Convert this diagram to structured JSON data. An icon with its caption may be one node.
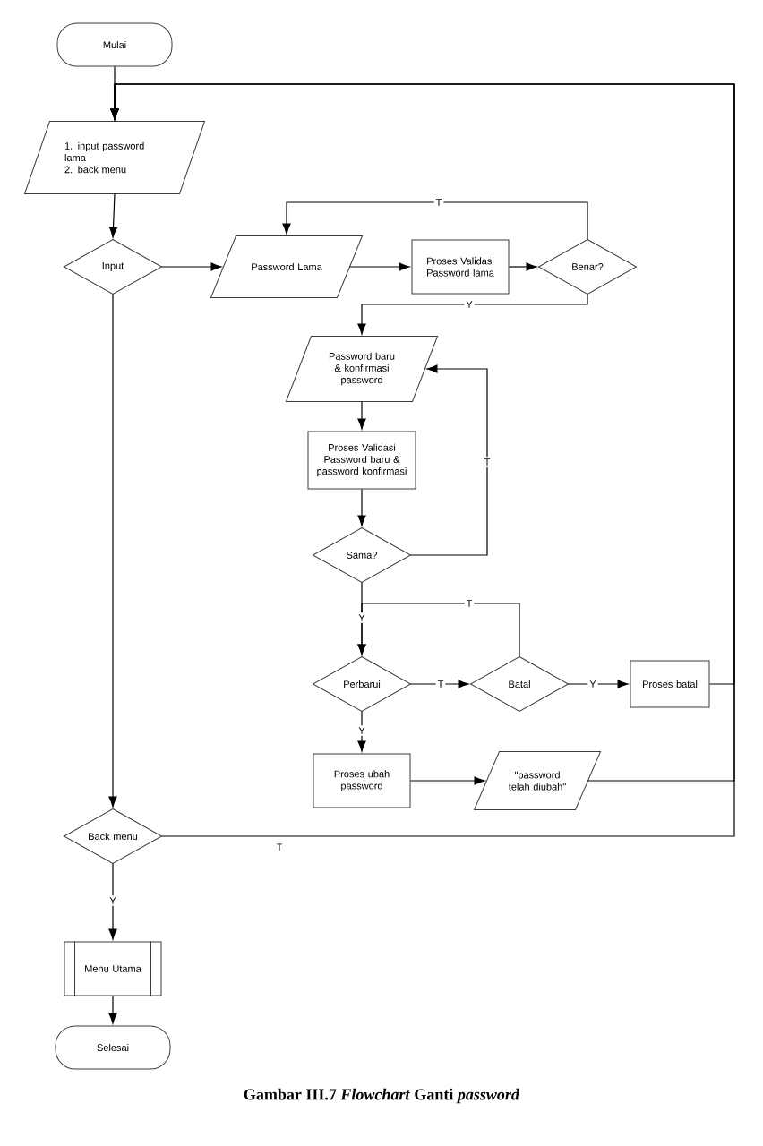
{
  "diagram": {
    "caption": "Gambar III.7 *Flowchart* Ganti *password*",
    "nodes": [
      {
        "text": [
          "Mulai"
        ]
      },
      {
        "text": [
          "1. input password lama",
          "2. back menu"
        ]
      },
      {
        "text": [
          "Input"
        ]
      },
      {
        "text": [
          "Password Lama"
        ]
      },
      {
        "text": [
          "Proses Validasi Password lama"
        ]
      },
      {
        "text": [
          "Benar?"
        ]
      },
      {
        "text": [
          "Password baru & konfirmasi password"
        ]
      },
      {
        "text": [
          "Proses Validasi Password baru & password konfirmasi"
        ]
      },
      {
        "text": [
          "Sama?"
        ]
      },
      {
        "text": [
          "Perbarui"
        ]
      },
      {
        "text": [
          "Batal"
        ]
      },
      {
        "text": [
          "Proses batal"
        ]
      },
      {
        "text": [
          "Proses ubah password"
        ]
      },
      {
        "text": [
          "\"password telah diubah\""
        ]
      },
      {
        "text": [
          "Back menu"
        ]
      },
      {
        "text": [
          "Menu Utama"
        ]
      },
      {
        "text": [
          "Selesai"
        ]
      }
    ],
    "edges": [
      {
        "from": 0,
        "to": 1,
        "arrow": "to"
      },
      {
        "from": 1,
        "to": 2,
        "arrow": "to"
      },
      {
        "from": 2,
        "to": 3,
        "arrow": "to"
      },
      {
        "from": 3,
        "to": 4,
        "arrow": "to"
      },
      {
        "from": 4,
        "to": 5,
        "arrow": "to"
      },
      {
        "from": 5,
        "to": 3,
        "arrow": "to",
        "label": "T"
      },
      {
        "from": 5,
        "to": 6,
        "arrow": "to",
        "label": "Y"
      },
      {
        "from": 6,
        "to": 7,
        "arrow": "to"
      },
      {
        "from": 7,
        "to": 8,
        "arrow": "to"
      },
      {
        "from": 8,
        "to": 6,
        "arrow": "to",
        "label": "T"
      },
      {
        "from": 8,
        "to": 9,
        "arrow": "to",
        "label": "Y"
      },
      {
        "from": 9,
        "to": 10,
        "arrow": "to",
        "label": "T"
      },
      {
        "from": 10,
        "to": 9,
        "arrow": "to",
        "label": "T"
      },
      {
        "from": 10,
        "to": 11,
        "arrow": "to",
        "label": "Y"
      },
      {
        "from": 9,
        "to": 12,
        "arrow": "to",
        "label": "Y"
      },
      {
        "from": 12,
        "to": 13,
        "arrow": "to"
      },
      {
        "from": 11,
        "to": 1,
        "arrow": "to"
      },
      {
        "from": 13,
        "to": 1,
        "arrow": "to"
      },
      {
        "from": 14,
        "to": 1,
        "arrow": "to",
        "label": "T"
      },
      {
        "from": 2,
        "to": 14,
        "arrow": "to"
      },
      {
        "from": 14,
        "to": 15,
        "arrow": "to",
        "label": "Y"
      },
      {
        "from": 15,
        "to": 16,
        "arrow": "to"
      }
    ]
  }
}
